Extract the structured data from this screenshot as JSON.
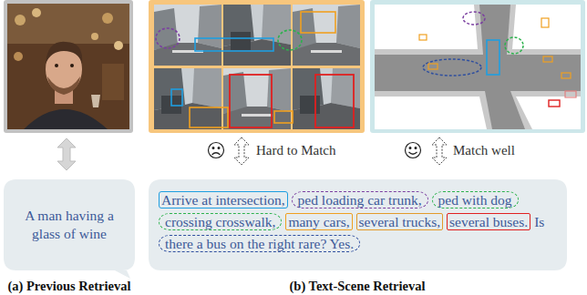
{
  "diagram": {
    "nodes": [
      {
        "text": [
          "A man having a glass of wine"
        ]
      },
      {
        "text": [
          "Arrive at intersection,",
          "ped loading car trunk,",
          "ped with dog crossing crosswalk,",
          "many cars,",
          "several trucks,",
          "several buses.",
          "Is",
          "there a bus on the right rare? Yes."
        ]
      }
    ],
    "labels": [
      "Hard to Match",
      "Match well",
      "(a) Previous Retrieval",
      "(b) Text-Scene Retrieval"
    ]
  }
}
